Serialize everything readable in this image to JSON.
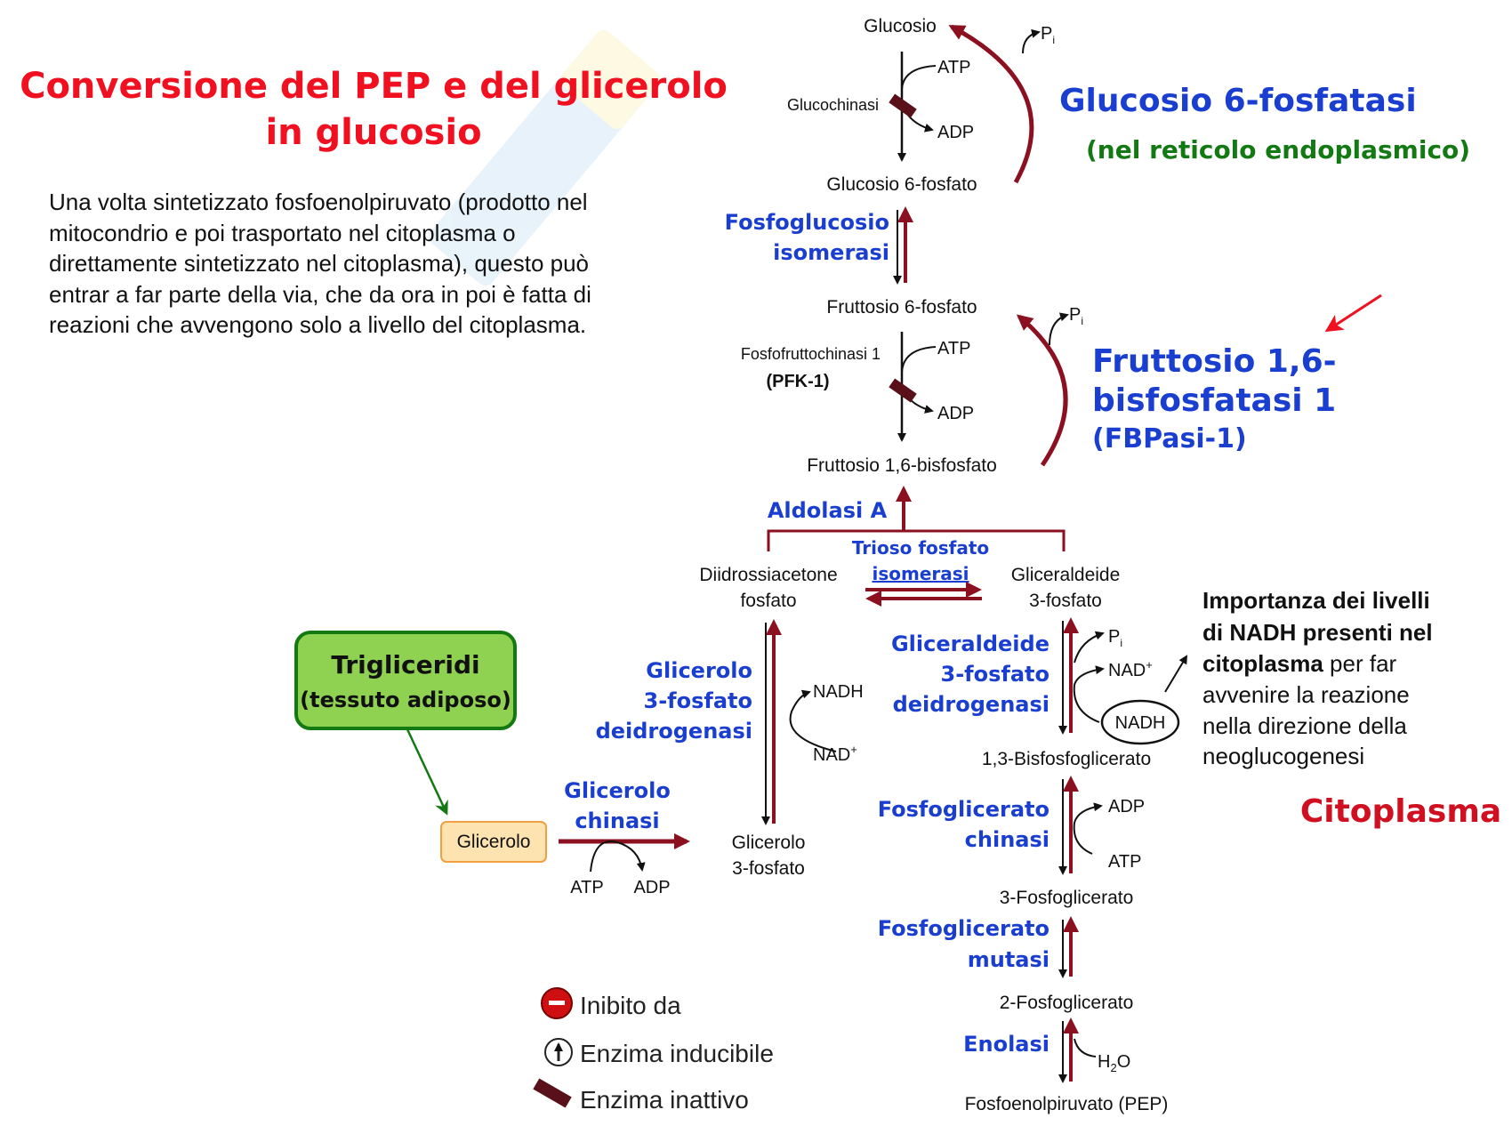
{
  "title": {
    "line1": "Conversione del PEP e del glicerolo",
    "line2": "in glucosio"
  },
  "intro": {
    "lines": [
      "Una volta sintetizzato fosfoenolpiruvato (prodotto nel",
      "mitocondrio e poi trasportato nel citoplasma o",
      "direttamente sintetizzato nel citoplasma), questo può",
      "entrar a far parte della via, che da ora in poi è fatta di",
      "reazioni che avvengono solo a livello del citoplasma."
    ]
  },
  "metabolites": {
    "glucosio": "Glucosio",
    "g6p": "Glucosio 6-fosfato",
    "f6p": "Fruttosio 6-fosfato",
    "f16bp": "Fruttosio 1,6-bisfosfato",
    "dhap1": "Diidrossiacetone",
    "dhap2": "fosfato",
    "gap1": "Gliceraldeide",
    "gap2": "3-fosfato",
    "bpg": "1,3-Bisfosfoglicerato",
    "pg3": "3-Fosfoglicerato",
    "pg2": "2-Fosfoglicerato",
    "pep": "Fosfoenolpiruvato (PEP)",
    "g3p1": "Glicerolo",
    "g3p2": "3-fosfato",
    "glicerolo": "Glicerolo",
    "trigliceridi1": "Trigliceridi",
    "trigliceridi2": "(tessuto adiposo)"
  },
  "cofactors": {
    "atp": "ATP",
    "adp": "ADP",
    "pi": "P",
    "pi_sub": "i",
    "nadh": "NADH",
    "nad": "NAD",
    "plus": "+",
    "h2o_h": "H",
    "h2o_2": "2",
    "h2o_o": "O"
  },
  "enzymes": {
    "glucochinasi": "Glucochinasi",
    "g6pasi": "Glucosio 6-fosfatasi",
    "g6pasi_loc": "(nel reticolo endoplasmico)",
    "pgi1": "Fosfoglucosio",
    "pgi2": "isomerasi",
    "pfk1": "Fosfofruttochinasi 1",
    "pfk2": "(PFK-1)",
    "fbp1": "Fruttosio 1,6-",
    "fbp2": "bisfosfatasi 1",
    "fbp3": "(FBPasi-1)",
    "aldolasi": "Aldolasi A",
    "tpi1": "Trioso fosfato",
    "tpi2": "isomerasi",
    "g3pdh1": "Glicerolo",
    "g3pdh2": "3-fosfato",
    "g3pdh3": "deidrogenasi",
    "gk1": "Glicerolo",
    "gk2": "chinasi",
    "gapdh1": "Gliceraldeide",
    "gapdh2": "3-fosfato",
    "gapdh3": "deidrogenasi",
    "pgk1": "Fosfoglicerato",
    "pgk2": "chinasi",
    "pgm1": "Fosfoglicerato",
    "pgm2": "mutasi",
    "enolasi": "Enolasi"
  },
  "note": {
    "bold1": "Importanza dei livelli",
    "bold2": "di NADH presenti nel",
    "bold3": "citoplasma",
    "rest3": " per far",
    "line4": "avvenire la reazione",
    "line5": "nella direzione della",
    "line6": "neoglucogenesi"
  },
  "compartment": "Citoplasma",
  "legend": {
    "inhibited": "Inibito da",
    "inducible": "Enzima inducibile",
    "inactive": "Enzima inattivo"
  },
  "colors": {
    "title": "#f01020",
    "enzyme": "#1a3fd0",
    "arrow": "#8b1020",
    "green": "#137a13",
    "box_green": "#8fd150",
    "box_orange": "#fde3b0"
  }
}
